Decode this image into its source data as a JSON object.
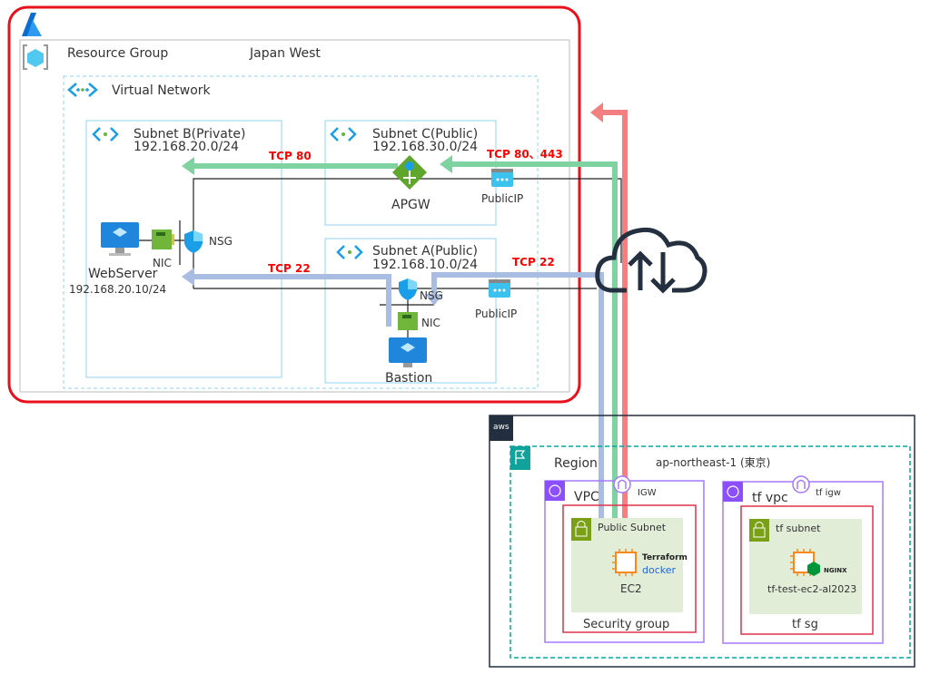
{
  "azure": {
    "resource_group": "Resource Group",
    "region": "Japan West",
    "vnet": "Virtual Network",
    "subnet_b": {
      "name": "Subnet B(Private)",
      "cidr": "192.168.20.0/24"
    },
    "subnet_c": {
      "name": "Subnet C(Public)",
      "cidr": "192.168.30.0/24"
    },
    "subnet_a": {
      "name": "Subnet A(Public)",
      "cidr": "192.168.10.0/24"
    },
    "webserver": {
      "name": "WebServer",
      "ip": "192.168.20.10/24",
      "nic": "NIC",
      "nsg": "NSG"
    },
    "apgw": "APGW",
    "public_ip_c": "PublicIP",
    "public_ip_a": "PublicIP",
    "bastion": {
      "name": "Bastion",
      "nic": "NIC",
      "nsg": "NSG"
    }
  },
  "flows": {
    "tcp80": "TCP 80",
    "tcp80_443": "TCP 80、443",
    "tcp22_left": "TCP 22",
    "tcp22_right": "TCP 22"
  },
  "aws": {
    "logo": "aws",
    "region_label": "Region",
    "region_name": "ap-northeast-1 (東京)",
    "vpc1": {
      "name": "VPC",
      "igw": "IGW",
      "subnet": "Public Subnet",
      "sg": "Security group",
      "instance": "EC2",
      "logos": [
        "Terraform",
        "docker"
      ]
    },
    "vpc2": {
      "name": "tf vpc",
      "igw": "tf igw",
      "subnet": "tf subnet",
      "sg": "tf sg",
      "instance": "tf-test-ec2-al2023",
      "logos": [
        "NGINX"
      ]
    }
  },
  "colors": {
    "azure_border": "#e8101a",
    "green_flow": "#7fd3a0",
    "blue_flow": "#a9bde3",
    "red_flow": "#f28080",
    "aws_teal": "#0fa39b",
    "aws_purple": "#8c4fff",
    "sg_red": "#dd344c",
    "subnet_green": "#e1edd7"
  }
}
